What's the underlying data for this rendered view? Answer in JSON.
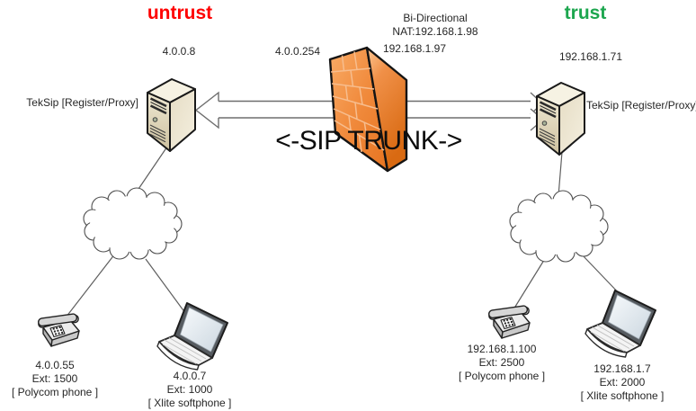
{
  "zones": {
    "untrust": "untrust",
    "trust": "trust"
  },
  "firewall": {
    "caption_line1": "Bi-Directional",
    "caption_line2": "NAT:192.168.1.98",
    "trust_side_ip": "192.168.1.97",
    "untrust_side_ip": "4.0.0.254"
  },
  "trunk": {
    "label": "<-SIP TRUNK->"
  },
  "servers": {
    "untrust": {
      "ip": "4.0.0.8",
      "label": "TekSip [Register/Proxy]"
    },
    "trust": {
      "ip": "192.168.1.71",
      "label": "TekSip [Register/Proxy]"
    }
  },
  "endpoints": {
    "untrust_phone": {
      "ip": "4.0.0.55",
      "ext": "Ext: 1500",
      "device": "[ Polycom phone ]"
    },
    "untrust_softphone": {
      "ip": "4.0.0.7",
      "ext": "Ext: 1000",
      "device": "[ Xlite softphone ]"
    },
    "trust_phone": {
      "ip": "192.168.1.100",
      "ext": "Ext: 2500",
      "device": "[ Polycom phone ]"
    },
    "trust_softphone": {
      "ip": "192.168.1.7",
      "ext": "Ext: 2000",
      "device": "[ Xlite softphone ]"
    }
  },
  "icons": {
    "firewall": "firewall-brick-wall-icon",
    "server": "server-tower-icon",
    "cloud": "network-cloud-icon",
    "phone": "desk-phone-icon",
    "laptop": "laptop-icon",
    "arrow": "trunk-arrow-icon"
  },
  "colors": {
    "untrust_label": "#fe0000",
    "trust_label": "#1ca64e",
    "firewall_orange": "#ed7d31",
    "connector_gray": "#5f5f5f",
    "text": "#262626"
  }
}
